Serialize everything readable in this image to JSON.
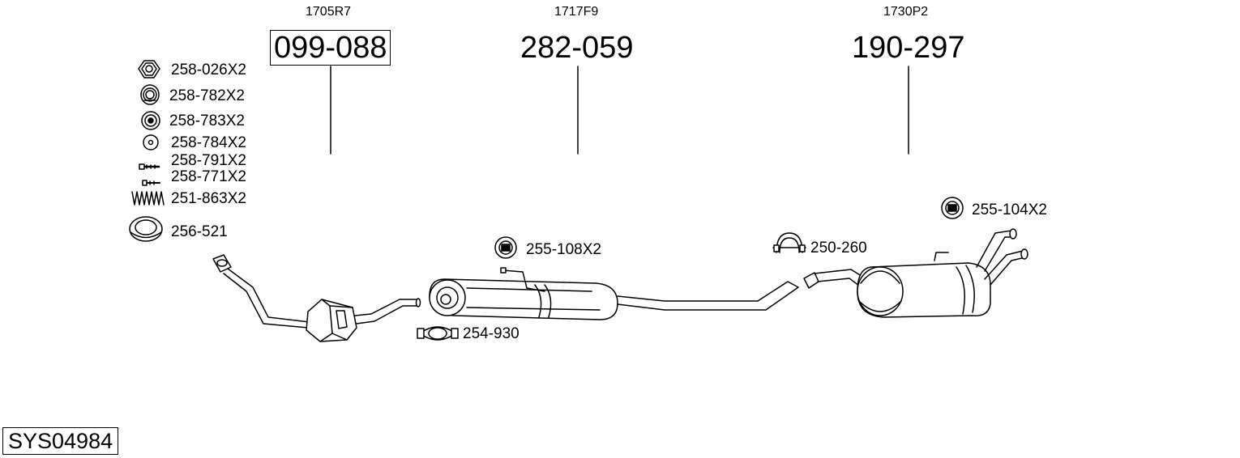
{
  "top_parts": [
    {
      "code": "1705R7",
      "part": "099-088",
      "boxed": true
    },
    {
      "code": "1717F9",
      "part": "282-059",
      "boxed": false
    },
    {
      "code": "1730P2",
      "part": "190-297",
      "boxed": false
    }
  ],
  "fittings": [
    {
      "label": "258-026X2",
      "icon": "hex-nut-icon"
    },
    {
      "label": "258-782X2",
      "icon": "rubber-mount-icon"
    },
    {
      "label": "258-783X2",
      "icon": "rubber-ring-icon"
    },
    {
      "label": "258-784X2",
      "icon": "washer-icon"
    },
    {
      "label": "258-791X2",
      "icon": "bolt-icon"
    },
    {
      "label": "258-771X2",
      "icon": "bolt-icon"
    },
    {
      "label": "251-863X2",
      "icon": "spring-icon"
    },
    {
      "label": "256-521",
      "icon": "gasket-icon"
    }
  ],
  "callouts": [
    {
      "label": "255-108X2",
      "icon": "rubber-hanger-icon"
    },
    {
      "label": "254-930",
      "icon": "pipe-clamp-icon"
    },
    {
      "label": "250-260",
      "icon": "u-clamp-icon"
    },
    {
      "label": "255-104X2",
      "icon": "rubber-hanger-icon"
    }
  ],
  "system_id": "SYS04984"
}
